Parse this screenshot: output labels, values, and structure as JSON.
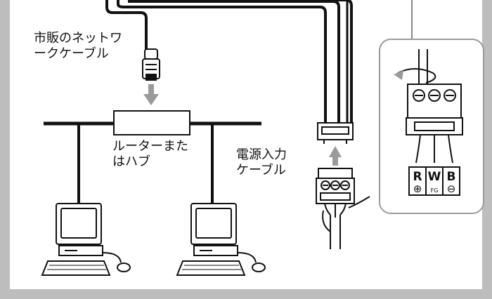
{
  "labels": {
    "network_cable": "市販のネット​ワ\nークケーブル",
    "router_hub": "ルーターまた\nはハブ",
    "power_cable": "電源入力\nケーブル"
  },
  "terminals": [
    {
      "letter": "R",
      "symbol": "⊕"
    },
    {
      "letter": "W",
      "symbol": "FG"
    },
    {
      "letter": "B",
      "symbol": "⊖"
    }
  ],
  "colors": {
    "background": "#bdbdbd",
    "panel": "#ffffff",
    "ink": "#111111",
    "arrow": "#9a9a9a"
  }
}
